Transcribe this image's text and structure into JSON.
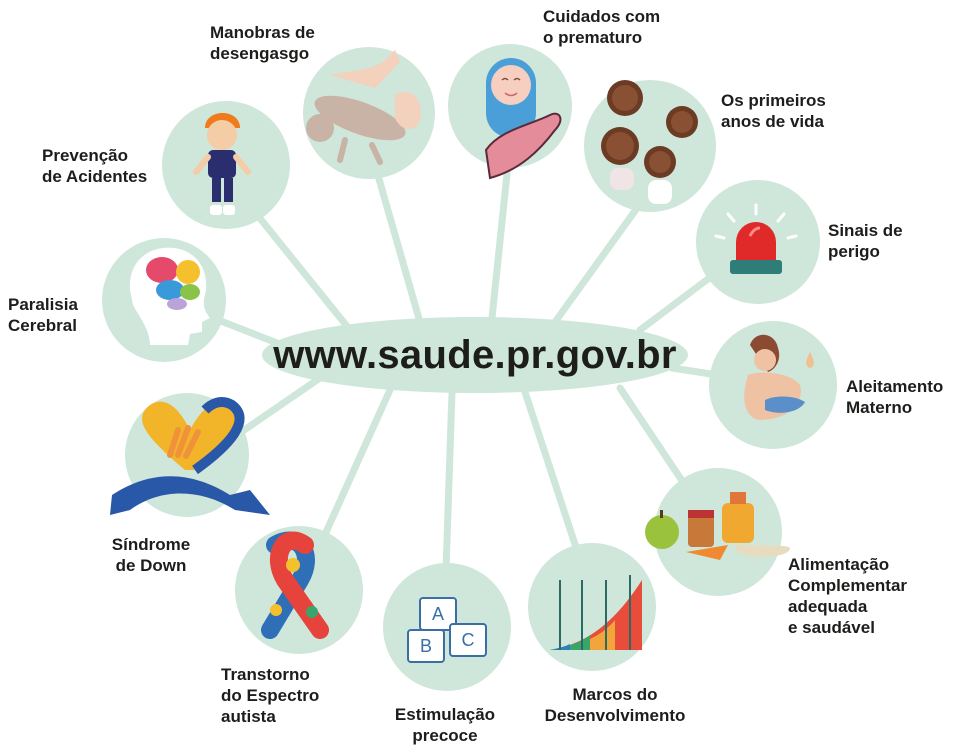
{
  "center": {
    "url": "www.saude.pr.gov.br"
  },
  "colors": {
    "bubble": "#cfe6db",
    "line": "#cfe6db",
    "text": "#1d1d1b"
  },
  "topics": [
    {
      "id": "manobras",
      "lines": [
        "Manobras de",
        "desengasgo"
      ],
      "icon": "baby-back-blows-icon"
    },
    {
      "id": "prematuro",
      "lines": [
        "Cuidados com",
        "o prematuro"
      ],
      "icon": "swaddled-baby-in-hand-icon"
    },
    {
      "id": "primeiros",
      "lines": [
        "Os primeiros",
        "anos de vida"
      ],
      "icon": "babies-icon"
    },
    {
      "id": "sinais",
      "lines": [
        "Sinais de",
        "perigo"
      ],
      "icon": "siren-icon"
    },
    {
      "id": "aleitamento",
      "lines": [
        "Aleitamento",
        "Materno"
      ],
      "icon": "breastfeeding-icon"
    },
    {
      "id": "alimentacao",
      "lines": [
        "Alimentação",
        "Complementar",
        "adequada",
        "e saudável"
      ],
      "icon": "baby-food-icon"
    },
    {
      "id": "marcos",
      "lines": [
        "Marcos do",
        "Desenvolvimento"
      ],
      "icon": "growth-chart-icon"
    },
    {
      "id": "estimulacao",
      "lines": [
        "Estimulação",
        "precoce"
      ],
      "icon": "abc-blocks-icon"
    },
    {
      "id": "tea",
      "lines": [
        "Transtorno",
        "do Espectro",
        "autista"
      ],
      "icon": "autism-puzzle-ribbon-icon"
    },
    {
      "id": "down",
      "lines": [
        "Síndrome",
        "de Down"
      ],
      "icon": "down-syndrome-ribbon-icon"
    },
    {
      "id": "paralisia",
      "lines": [
        "Paralisia",
        "Cerebral"
      ],
      "icon": "brain-head-icon"
    },
    {
      "id": "prevencao",
      "lines": [
        "Prevenção",
        "de Acidentes"
      ],
      "icon": "child-with-helmet-icon"
    }
  ]
}
